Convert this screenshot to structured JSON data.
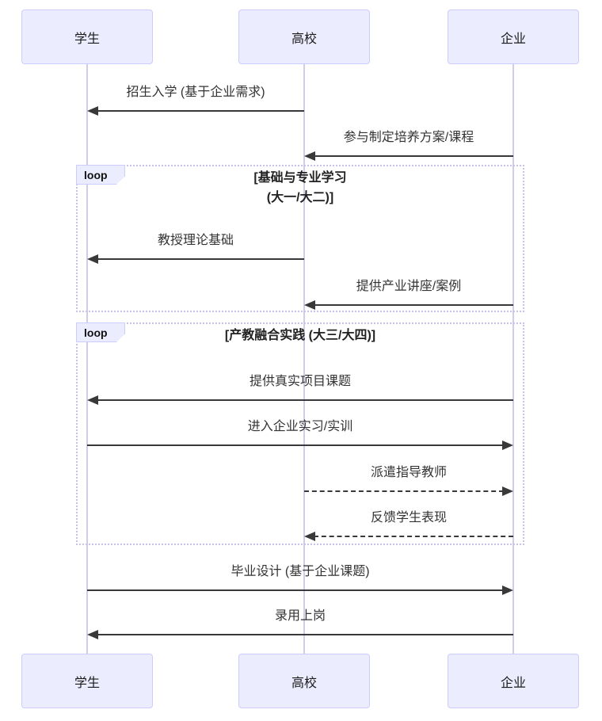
{
  "diagram": {
    "type": "sequence-diagram",
    "actors": [
      {
        "name": "学生"
      },
      {
        "name": "高校"
      },
      {
        "name": "企业"
      }
    ],
    "loops": [
      {
        "label": "loop",
        "title_line1": "[基础与专业学习",
        "title_line2": "(大一/大二)]"
      },
      {
        "label": "loop",
        "title_line1": "[产教融合实践 (大三/大四)]"
      }
    ],
    "messages": [
      {
        "label": "招生入学 (基于企业需求)",
        "from": "高校",
        "to": "学生",
        "style": "solid"
      },
      {
        "label": "参与制定培养方案/课程",
        "from": "企业",
        "to": "高校",
        "style": "solid"
      },
      {
        "label": "教授理论基础",
        "from": "高校",
        "to": "学生",
        "style": "solid"
      },
      {
        "label": "提供产业讲座/案例",
        "from": "企业",
        "to": "高校",
        "style": "solid"
      },
      {
        "label": "提供真实项目课题",
        "from": "企业",
        "to": "学生",
        "style": "solid"
      },
      {
        "label": "进入企业实习/实训",
        "from": "学生",
        "to": "企业",
        "style": "solid"
      },
      {
        "label": "派遣指导教师",
        "from": "高校",
        "to": "企业",
        "style": "dashed"
      },
      {
        "label": "反馈学生表现",
        "from": "企业",
        "to": "高校",
        "style": "dashed"
      },
      {
        "label": "毕业设计 (基于企业课题)",
        "from": "学生",
        "to": "企业",
        "style": "solid"
      },
      {
        "label": "录用上岗",
        "from": "企业",
        "to": "学生",
        "style": "solid"
      }
    ],
    "colors": {
      "actor_fill": "#ECECFF",
      "actor_border": "#CCCCFF",
      "lifeline": "#CFCCEC",
      "message_line": "#393939",
      "loop_border": "#C6C2E8",
      "background": "#FFFFFF"
    }
  }
}
